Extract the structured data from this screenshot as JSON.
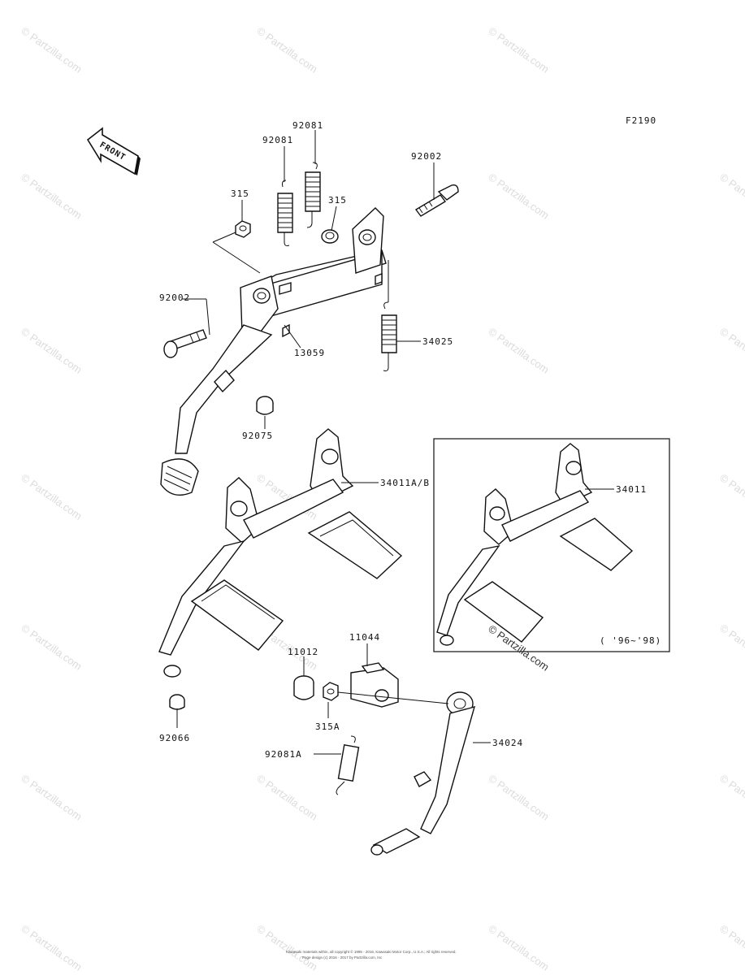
{
  "diagram_code": "F2190",
  "front_marker": "FRONT",
  "labels": {
    "p92081_top": "92081",
    "p92081_mid": "92081",
    "p315_left": "315",
    "p315_right": "315",
    "p92002_right": "92002",
    "p92002_left": "92002",
    "p13059": "13059",
    "p34025": "34025",
    "p92075": "92075",
    "p34011AB": "34011A/B",
    "p34011": "34011",
    "p11044": "11044",
    "p11012": "11012",
    "p315A": "315A",
    "p92081A": "92081A",
    "p34024": "34024",
    "p92066": "92066"
  },
  "inset_years": "( '96~'98)",
  "watermark": "© Partzilla.com",
  "footer": {
    "line1": "Kawasaki materials within, all copyright © 1995 - 2016, Kawasaki Motor Corp., U.S.A.; All rights reserved.",
    "line2": "Page design (c) 2016 - 2017 by Partzilla.com, Inc"
  }
}
